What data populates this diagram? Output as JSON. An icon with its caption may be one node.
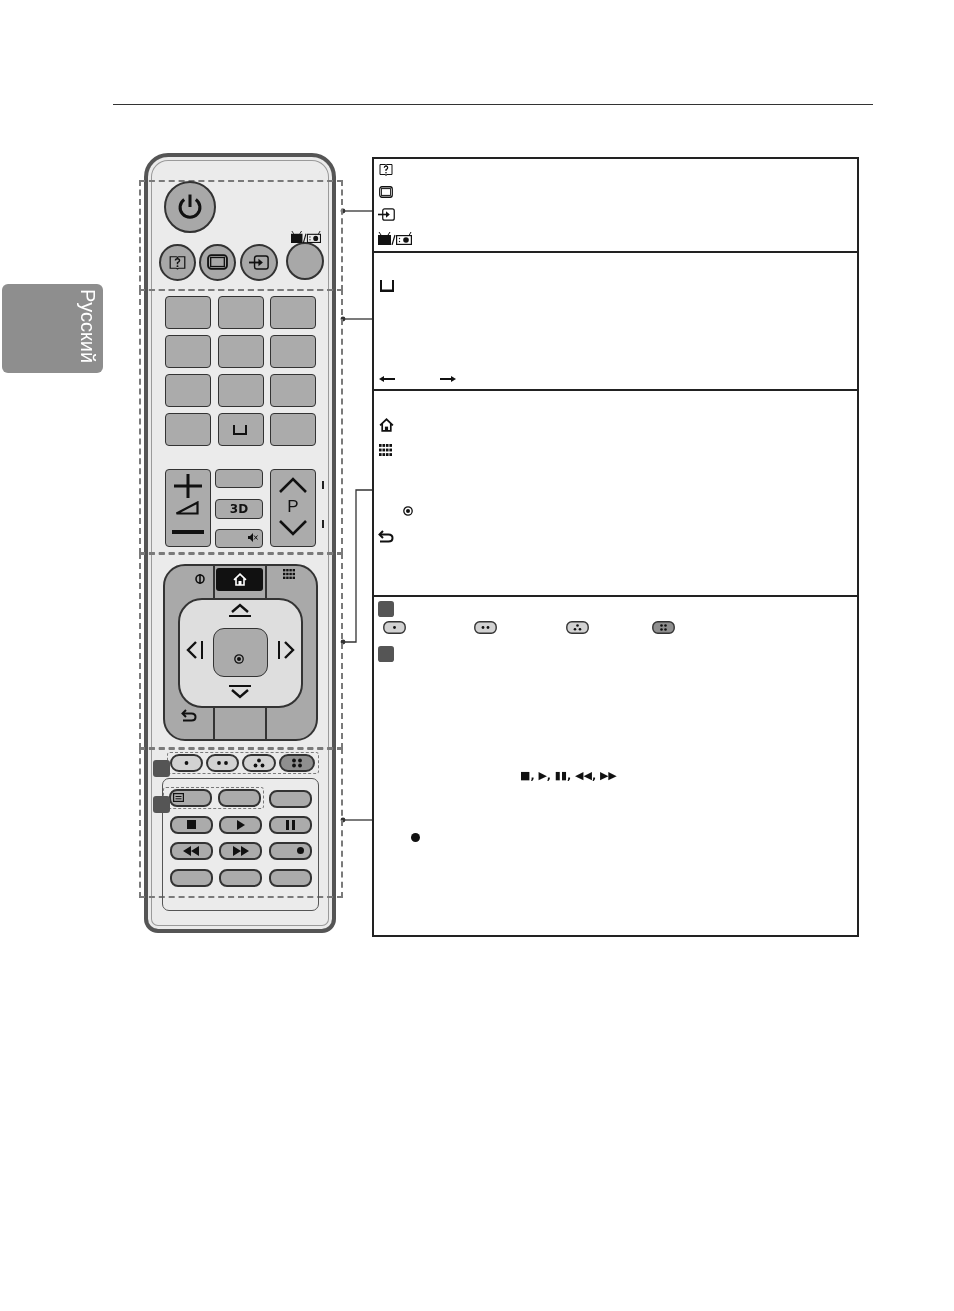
{
  "diagram": {
    "nodes": [
      {
        "text": [
          "Русский"
        ]
      },
      {
        "text": [],
        "shape": "box"
      },
      {
        "text": [],
        "shape": "box",
        "in": 1
      },
      {
        "text": [],
        "shape": "circle",
        "in": 2
      },
      {
        "text": [],
        "shape": "circle",
        "in": 2
      },
      {
        "text": [],
        "shape": "circle",
        "in": 2
      },
      {
        "text": [],
        "shape": "circle",
        "in": 2
      },
      {
        "text": [],
        "shape": "circle",
        "in": 2
      },
      {
        "text": [],
        "shape": "box",
        "in": 1
      },
      {
        "text": [],
        "shape": "box",
        "in": 8
      },
      {
        "text": [],
        "shape": "box",
        "in": 8
      },
      {
        "text": [],
        "shape": "box",
        "in": 8
      },
      {
        "text": [],
        "shape": "box",
        "in": 8
      },
      {
        "text": [],
        "shape": "box",
        "in": 8
      },
      {
        "text": [],
        "shape": "box",
        "in": 8
      },
      {
        "text": [],
        "shape": "box",
        "in": 8
      },
      {
        "text": [],
        "shape": "box",
        "in": 8
      },
      {
        "text": [],
        "shape": "box",
        "in": 8
      },
      {
        "text": [],
        "shape": "box",
        "in": 8
      },
      {
        "text": [],
        "shape": "box",
        "in": 8
      },
      {
        "text": [],
        "shape": "box",
        "in": 8
      },
      {
        "text": [],
        "shape": "box",
        "in": 8
      },
      {
        "text": [],
        "shape": "box",
        "in": 8
      },
      {
        "text": [
          "3D"
        ],
        "in": 8
      },
      {
        "text": [],
        "shape": "box",
        "in": 8
      },
      {
        "text": [
          "P"
        ],
        "in": 8
      },
      {
        "text": [],
        "shape": "box",
        "in": 1
      },
      {
        "text": [],
        "shape": "box",
        "in": 26
      },
      {
        "text": [],
        "shape": "box",
        "in": 27
      },
      {
        "text": [],
        "shape": "box",
        "in": 27
      },
      {
        "text": [],
        "shape": "box",
        "in": 29
      },
      {
        "text": [],
        "shape": "box",
        "in": 1
      },
      {
        "text": [],
        "shape": "box",
        "in": 31
      },
      {
        "text": [],
        "shape": "box",
        "in": 32
      },
      {
        "text": [],
        "shape": "box",
        "in": 32
      },
      {
        "text": [],
        "shape": "box",
        "in": 32
      },
      {
        "text": [],
        "shape": "box",
        "in": 32
      },
      {
        "text": [],
        "shape": "box",
        "in": 1
      },
      {
        "text": [],
        "shape": "box",
        "in": 37
      },
      {
        "text": [],
        "shape": "box",
        "in": 38
      },
      {
        "text": [],
        "shape": "box",
        "in": 38
      },
      {
        "text": [],
        "shape": "box",
        "in": 37
      },
      {
        "text": [],
        "shape": "box",
        "in": 37
      },
      {
        "text": [],
        "shape": "box",
        "in": 37
      },
      {
        "text": [],
        "shape": "box",
        "in": 37
      },
      {
        "text": [],
        "shape": "box",
        "in": 37
      },
      {
        "text": [],
        "shape": "box",
        "in": 37
      },
      {
        "text": [],
        "shape": "box",
        "in": 37
      },
      {
        "text": [],
        "shape": "box",
        "in": 37
      },
      {
        "text": [],
        "shape": "box",
        "in": 37
      },
      {
        "text": [],
        "shape": "box",
        "in": 37
      },
      {
        "text": [],
        "shape": "box"
      },
      {
        "text": [],
        "shape": "box"
      },
      {
        "text": [],
        "shape": "box"
      },
      {
        "text": [
          "■, ▶, ▮▮, ◀◀, ▶▶"
        ]
      }
    ],
    "edges": [
      {
        "from": 2,
        "to": 51,
        "arrow": "other"
      },
      {
        "from": 8,
        "to": 52,
        "arrow": "other"
      },
      {
        "from": 26,
        "to": 53,
        "arrow": "other"
      },
      {
        "from": 31,
        "to": 54,
        "arrow": "other"
      }
    ]
  }
}
